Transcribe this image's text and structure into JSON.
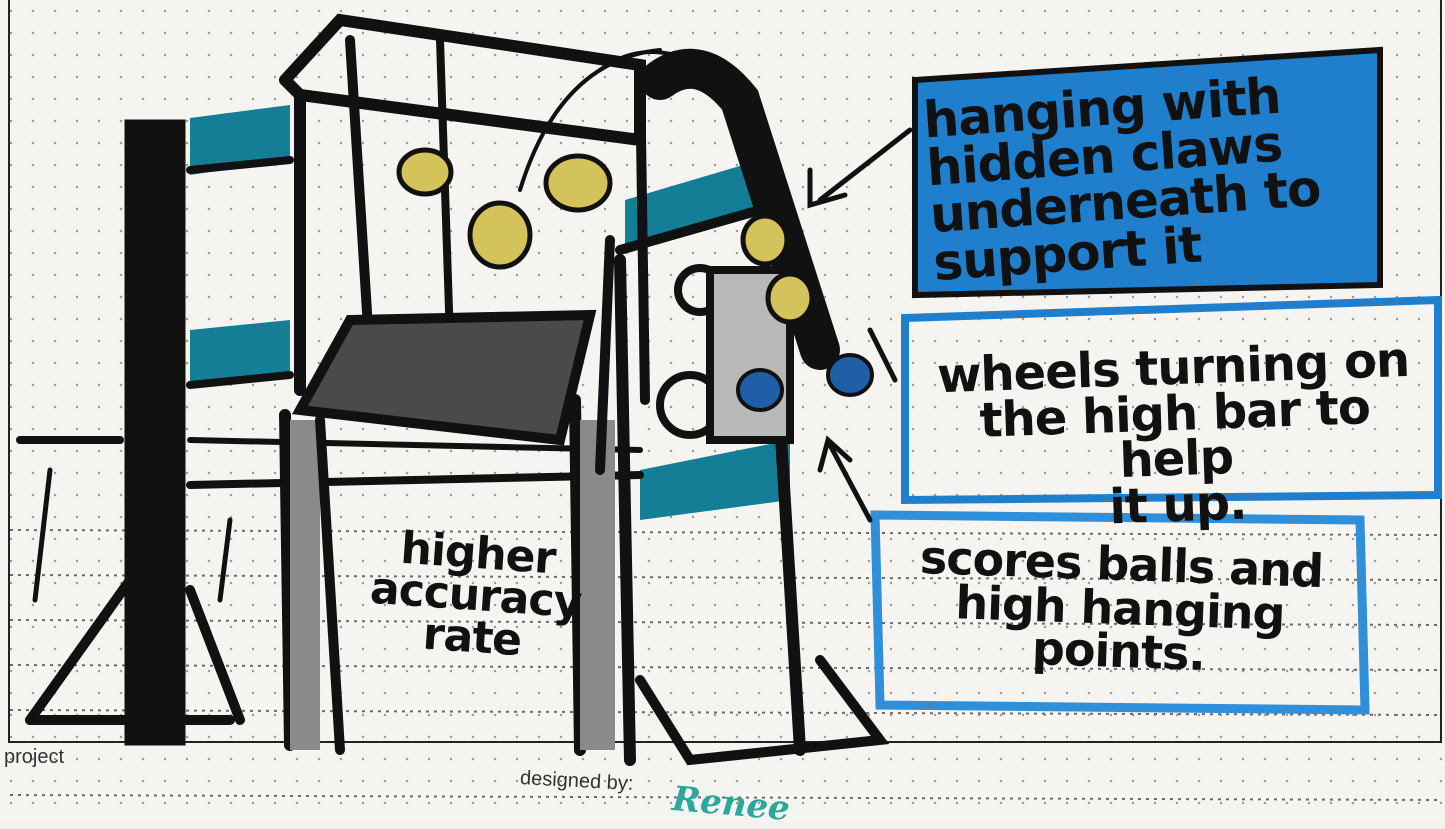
{
  "notes": {
    "claws": "hanging with\nhidden claws\nunderneath to\nsupport it",
    "wheels": "wheels turning on\nthe high bar to help\nit up.",
    "scores": "scores balls and\nhigh hanging\npoints.",
    "accuracy": "higher\naccuracy\nrate"
  },
  "footer": {
    "project_label": "project",
    "designed_label": "designed by:",
    "designer_signature": "Renee"
  },
  "colors": {
    "ink": "#111111",
    "marker_blue": "#1f7fcc",
    "marker_teal": "#137e96",
    "ball_yellow": "#d4c25a",
    "signature_teal": "#2aa89a"
  }
}
